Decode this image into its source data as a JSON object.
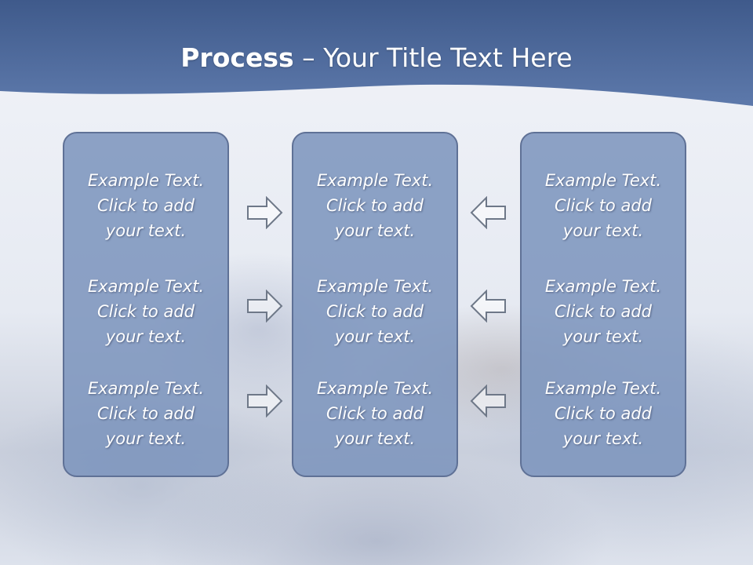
{
  "slide": {
    "title_bold": "Process",
    "title_rest": " – Your Title Text Here"
  },
  "columns": [
    {
      "items": [
        {
          "l1": "Example Text.",
          "l2": "Click  to add",
          "l3": "your text."
        },
        {
          "l1": "Example Text.",
          "l2": "Click  to add",
          "l3": "your text."
        },
        {
          "l1": "Example Text.",
          "l2": "Click  to add",
          "l3": "your text."
        }
      ]
    },
    {
      "items": [
        {
          "l1": "Example Text.",
          "l2": "Click  to add",
          "l3": "your text."
        },
        {
          "l1": "Example Text.",
          "l2": "Click  to add",
          "l3": "your text."
        },
        {
          "l1": "Example Text.",
          "l2": "Click  to add",
          "l3": "your text."
        }
      ]
    },
    {
      "items": [
        {
          "l1": "Example Text.",
          "l2": "Click  to add",
          "l3": "your text."
        },
        {
          "l1": "Example Text.",
          "l2": "Click  to add",
          "l3": "your text."
        },
        {
          "l1": "Example Text.",
          "l2": "Click  to add",
          "l3": "your text."
        }
      ]
    }
  ],
  "arrows": {
    "left_column": [
      "arrow-right-icon",
      "arrow-right-icon",
      "arrow-right-icon"
    ],
    "right_column": [
      "arrow-left-icon",
      "arrow-left-icon",
      "arrow-left-icon"
    ]
  },
  "colors": {
    "header": "#4a6697",
    "box_fill": "#7c94bd",
    "box_border": "#5f7196",
    "text": "#ffffff"
  }
}
